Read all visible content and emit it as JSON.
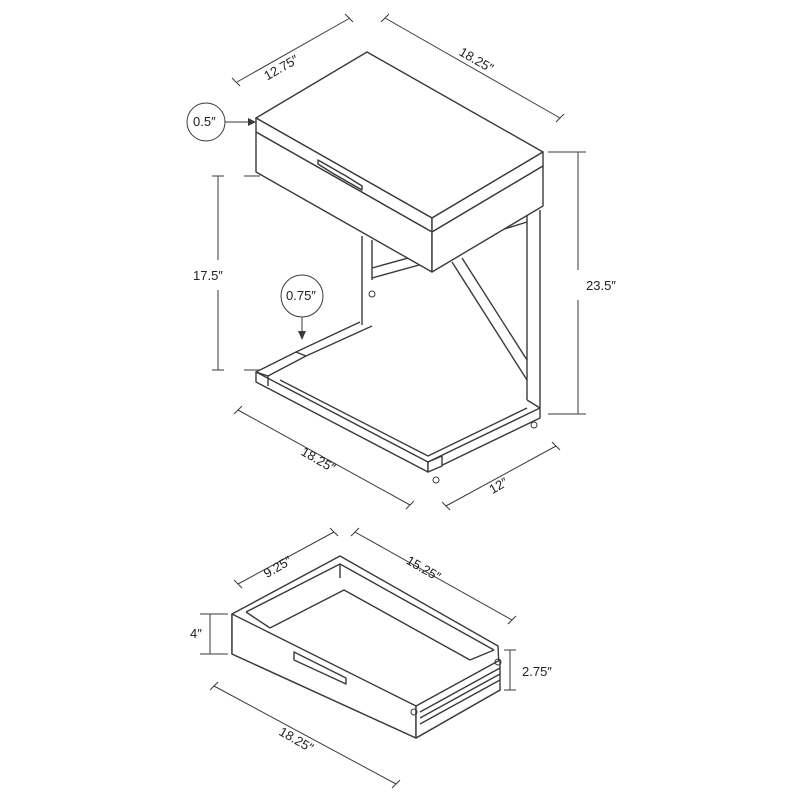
{
  "colors": {
    "line": "#3a3a3a",
    "text": "#222222",
    "background": "#ffffff"
  },
  "table": {
    "top_depth": "12.75″",
    "top_width": "18.25″",
    "top_thickness": "0.5″",
    "clearance_height": "17.5″",
    "frame_thickness": "0.75″",
    "total_height": "23.5″",
    "base_width": "18.25″",
    "base_depth": "12″"
  },
  "drawer": {
    "inner_depth": "9.25″",
    "inner_width": "15.25″",
    "outer_height": "4″",
    "inner_height": "2.75″",
    "outer_width": "18.25″"
  }
}
